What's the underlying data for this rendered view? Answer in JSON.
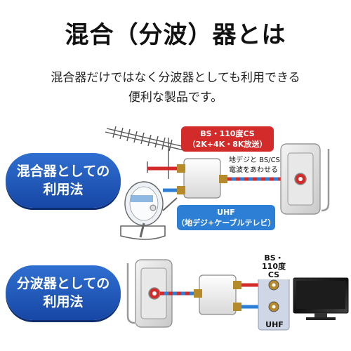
{
  "title": "混合（分波）器とは",
  "intro": {
    "line1": "混合器だけではなく分波器としても利用できる",
    "line2": "便利な製品です。"
  },
  "mixer_section": {
    "label_line1": "混合器としての",
    "label_line2": "利用法",
    "bs_callout_line1": "BS・110度CS",
    "bs_callout_line2": "（2K+4K・8K放送）",
    "uhf_callout_line1": "UHF",
    "uhf_callout_line2": "（地デジ+ケーブルテレビ）",
    "combined_note_line1": "地デジと BS/CS",
    "combined_note_line2": "電波をあわせる"
  },
  "splitter_section": {
    "label_line1": "分波器としての",
    "label_line2": "利用法",
    "tuner_label_line1": "BS・",
    "tuner_label_line2": "110度CS",
    "tuner_label_uhf": "UHF"
  },
  "colors": {
    "pill": "#1f55b8",
    "bs_signal": "#d32a2a",
    "uhf_signal": "#2c7fd4"
  }
}
